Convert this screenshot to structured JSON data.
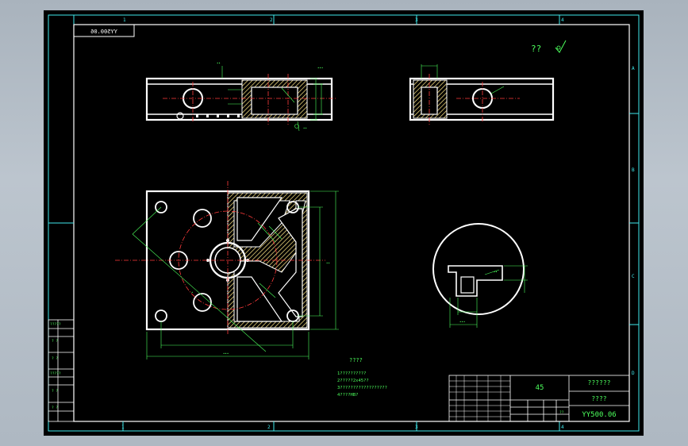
{
  "drawing": {
    "code_box": "YY500.06",
    "code_box_mirrored": "YY500.06",
    "roughness_mark": "??",
    "zone_columns": [
      "1",
      "2",
      "3",
      "4"
    ],
    "zone_rows": [
      "A",
      "B",
      "C",
      "D"
    ],
    "notes": {
      "heading": "????",
      "lines": [
        "1??????????",
        "2?????2x45??",
        "3??????????????????",
        "4????HB?"
      ]
    },
    "left_table": [
      "?????",
      "? ?",
      "? ?",
      "?????",
      "? ?",
      "? ?"
    ],
    "title_block": {
      "material": "45",
      "part_name": "??????",
      "unit": "????",
      "drawing_number": "YY500.06",
      "scale_label": "??"
    },
    "colors": {
      "frame": "#3fe9ec",
      "outline": "#ffffff",
      "dimension": "#4cff5c",
      "center_line": "#ff3b3b",
      "hatch": "#e8d27a"
    }
  }
}
